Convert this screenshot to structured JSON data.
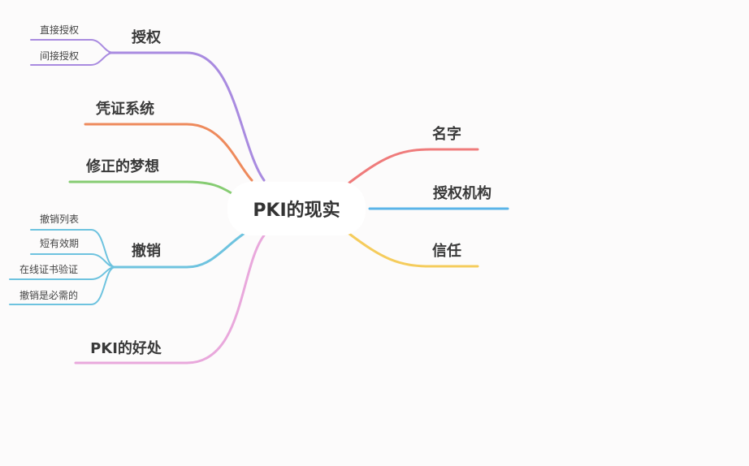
{
  "root": {
    "label": "PKI的现实"
  },
  "left_branches": [
    {
      "label": "授权",
      "color": "#a98be0",
      "children": [
        "直接授权",
        "间接授权"
      ]
    },
    {
      "label": "凭证系统",
      "color": "#ee8a5c",
      "children": []
    },
    {
      "label": "修正的梦想",
      "color": "#86cc72",
      "children": []
    },
    {
      "label": "撤销",
      "color": "#6ec3df",
      "children": [
        "撤销列表",
        "短有效期",
        "在线证书验证",
        "撤销是必需的"
      ]
    },
    {
      "label": "PKI的好处",
      "color": "#e9a8dc",
      "children": []
    }
  ],
  "right_branches": [
    {
      "label": "名字",
      "color": "#ef7b7b"
    },
    {
      "label": "授权机构",
      "color": "#5ab4e8"
    },
    {
      "label": "信任",
      "color": "#f5cc5c"
    }
  ]
}
